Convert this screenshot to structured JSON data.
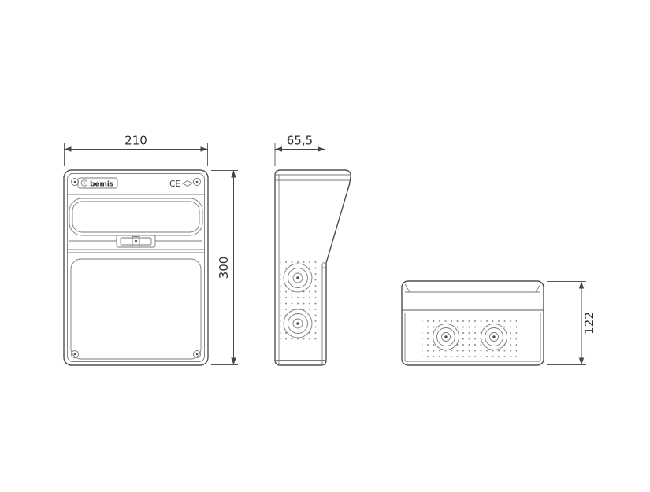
{
  "drawing": {
    "brand_label": "bemis",
    "ce_label": "CE",
    "dimensions": {
      "front_width_mm": "210",
      "front_height_mm": "300",
      "side_depth_mm": "65,5",
      "bottom_depth_mm": "122"
    },
    "icons": {
      "brand_mark": "flower-dot-icon",
      "cert_mark": "diamond-icon"
    },
    "colors": {
      "background": "#ffffff",
      "outline": "#4f4f4f",
      "detail": "#7a7a7a",
      "dimension": "#454545"
    }
  }
}
